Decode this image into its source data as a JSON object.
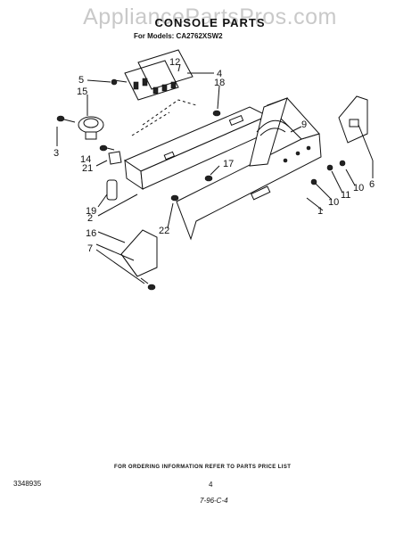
{
  "watermark": "AppliancePartsPros.com",
  "title": "CONSOLE PARTS",
  "subtitle": "For Models: CA2762XSW2",
  "callouts": [
    "1",
    "2",
    "3",
    "4",
    "5",
    "6",
    "7",
    "9",
    "10",
    "10",
    "11",
    "12",
    "14",
    "15",
    "16",
    "17",
    "18",
    "19",
    "21",
    "22"
  ],
  "footer": "FOR ORDERING INFORMATION REFER TO PARTS PRICE LIST",
  "doc_number": "3348935",
  "page_number": "4",
  "date_code": "7-96-C-4"
}
